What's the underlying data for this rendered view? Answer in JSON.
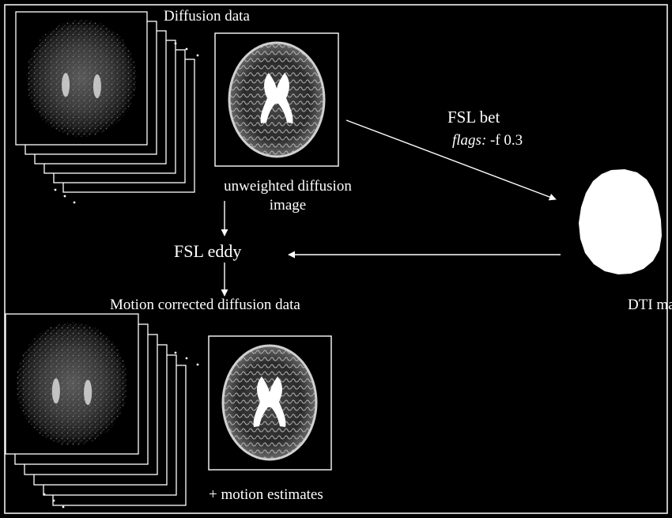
{
  "labels": {
    "diffusion_data": "Diffusion data",
    "unweighted_line1": "unweighted diffusion",
    "unweighted_line2": "image",
    "bet_title": "FSL bet",
    "bet_flags_key": "flags:",
    "bet_flags_value": " -f 0.3",
    "eddy": "FSL eddy",
    "motion_corrected": "Motion corrected diffusion data",
    "dti_mask": "DTI mask",
    "motion_estimates": "+ motion estimates"
  },
  "colors": {
    "background": "#000000",
    "page_border": "#ffffff",
    "lines": "#ffffff",
    "text": "#ffffff",
    "mask_fill": "#ffffff"
  },
  "icons": {
    "stack_continuation": "ellipsis-dots",
    "flow_arrows": "arrow"
  }
}
